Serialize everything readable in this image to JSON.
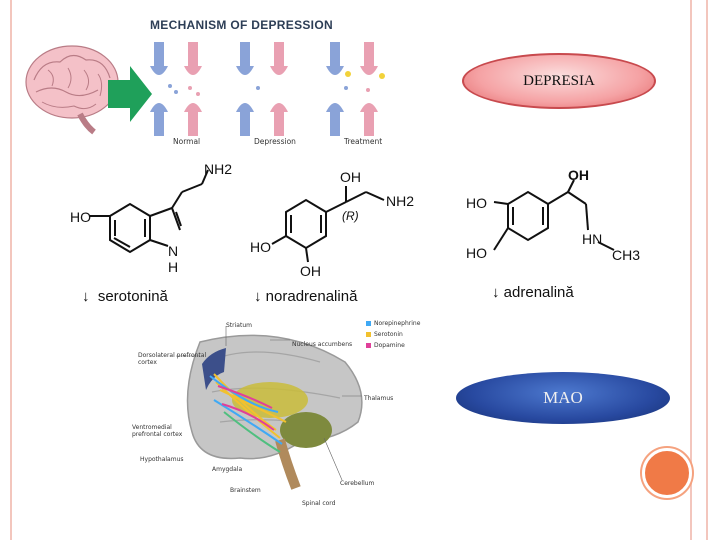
{
  "mechanism_title": "MECHANISM OF DEPRESSION",
  "synapse_labels": [
    "Normal",
    "Depression",
    "Treatment"
  ],
  "depresia_label": "DEPRESIA",
  "mao_label": "MAO",
  "molecules": {
    "serotonin": {
      "ho": "HO",
      "n": "N",
      "h": "H",
      "nh2": "NH2"
    },
    "noradrenaline": {
      "oh_top": "OH",
      "r": "(R)",
      "nh2": "NH2",
      "ho": "HO",
      "oh_bottom": "OH"
    },
    "adrenaline": {
      "oh": "OH",
      "ho_top": "HO",
      "ho_bottom": "HO",
      "hn": "HN",
      "ch3": "CH3"
    }
  },
  "neurotransmitters": [
    {
      "arrow": "↓",
      "name": "serotonină"
    },
    {
      "arrow": "↓",
      "name": "noradrenalină"
    },
    {
      "arrow": "↓",
      "name": "adrenalină"
    }
  ],
  "brain_labels": {
    "striatum": "Striatum",
    "nucleus_accumbens": "Nucleus accumbens",
    "dorsolateral": "Dorsolateral prefrontal cortex",
    "ventromedial": "Ventromedial prefrontal cortex",
    "hypothalamus": "Hypothalamus",
    "amygdala": "Amygdala",
    "brainstem": "Brainstem",
    "spinal_cord": "Spinal cord",
    "cerebellum": "Cerebellum",
    "thalamus": "Thalamus"
  },
  "brain_legend": [
    {
      "name": "Norepinephrine",
      "color": "#3fa9f5"
    },
    {
      "name": "Serotonin",
      "color": "#f2c12e"
    },
    {
      "name": "Dopamine",
      "color": "#e0409a"
    }
  ],
  "colors": {
    "frame": "#f3c6bd",
    "depresia_fill": "#f5a2a4",
    "mao_fill": "#2849a0",
    "arrow_green": "#1fa05a",
    "deco_orange": "#f07a47"
  }
}
